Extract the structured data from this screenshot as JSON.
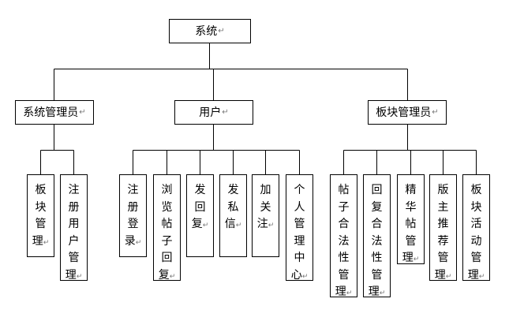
{
  "root": {
    "label": "系统"
  },
  "branches": [
    {
      "label": "系统管理员",
      "children": [
        "板块管理",
        "注册用户管理"
      ]
    },
    {
      "label": "用户",
      "children": [
        "注册登录",
        "浏览帖子回复",
        "发回复",
        "发私信",
        "加关注",
        "个人管理中心"
      ]
    },
    {
      "label": "板块管理员",
      "children": [
        "帖子合法性管理",
        "回复合法性管理",
        "精华帖管理",
        "版主推荐管理",
        "板块活动管理"
      ]
    }
  ],
  "paragraph_mark": "↵"
}
